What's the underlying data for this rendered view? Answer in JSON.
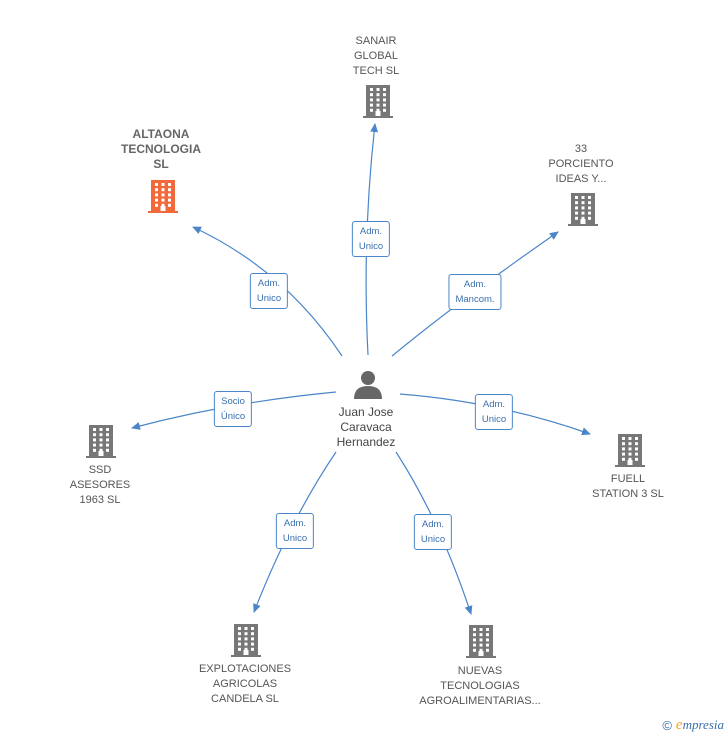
{
  "center": {
    "name": "Juan Jose\nCaravaca\nHernandez",
    "color": "#666666"
  },
  "companies": [
    {
      "id": "sanair",
      "name": "SANAIR\nGLOBAL\nTECH  SL",
      "color": "#777777",
      "highlight": false
    },
    {
      "id": "altaona",
      "name": "ALTAONA\nTECNOLOGIA\nSL",
      "color": "#f26a3c",
      "highlight": true
    },
    {
      "id": "porciento",
      "name": "33\nPORCIENTO\nIDEAS Y...",
      "color": "#777777",
      "highlight": false
    },
    {
      "id": "ssd",
      "name": "SSD\nASESORES\n1963  SL",
      "color": "#777777",
      "highlight": false
    },
    {
      "id": "fuell",
      "name": "FUELL\nSTATION 3  SL",
      "color": "#777777",
      "highlight": false
    },
    {
      "id": "explotaciones",
      "name": "EXPLOTACIONES\nAGRICOLAS\nCANDELA  SL",
      "color": "#777777",
      "highlight": false
    },
    {
      "id": "nuevas",
      "name": "NUEVAS\nTECNOLOGIAS\nAGROALIMENTARIAS...",
      "color": "#777777",
      "highlight": false
    }
  ],
  "relations": [
    {
      "to": "sanair",
      "label": "Adm.\nUnico"
    },
    {
      "to": "altaona",
      "label": "Adm.\nUnico"
    },
    {
      "to": "porciento",
      "label": "Adm.\nMancom."
    },
    {
      "to": "ssd",
      "label": "Socio\nÚnico"
    },
    {
      "to": "fuell",
      "label": "Adm.\nUnico"
    },
    {
      "to": "explotaciones",
      "label": "Adm.\nUnico"
    },
    {
      "to": "nuevas",
      "label": "Adm.\nUnico"
    }
  ],
  "colors": {
    "edge": "#4a86c8"
  },
  "footer": {
    "copyright": "©",
    "brand_e": "e",
    "brand_rest": "mpresia"
  }
}
